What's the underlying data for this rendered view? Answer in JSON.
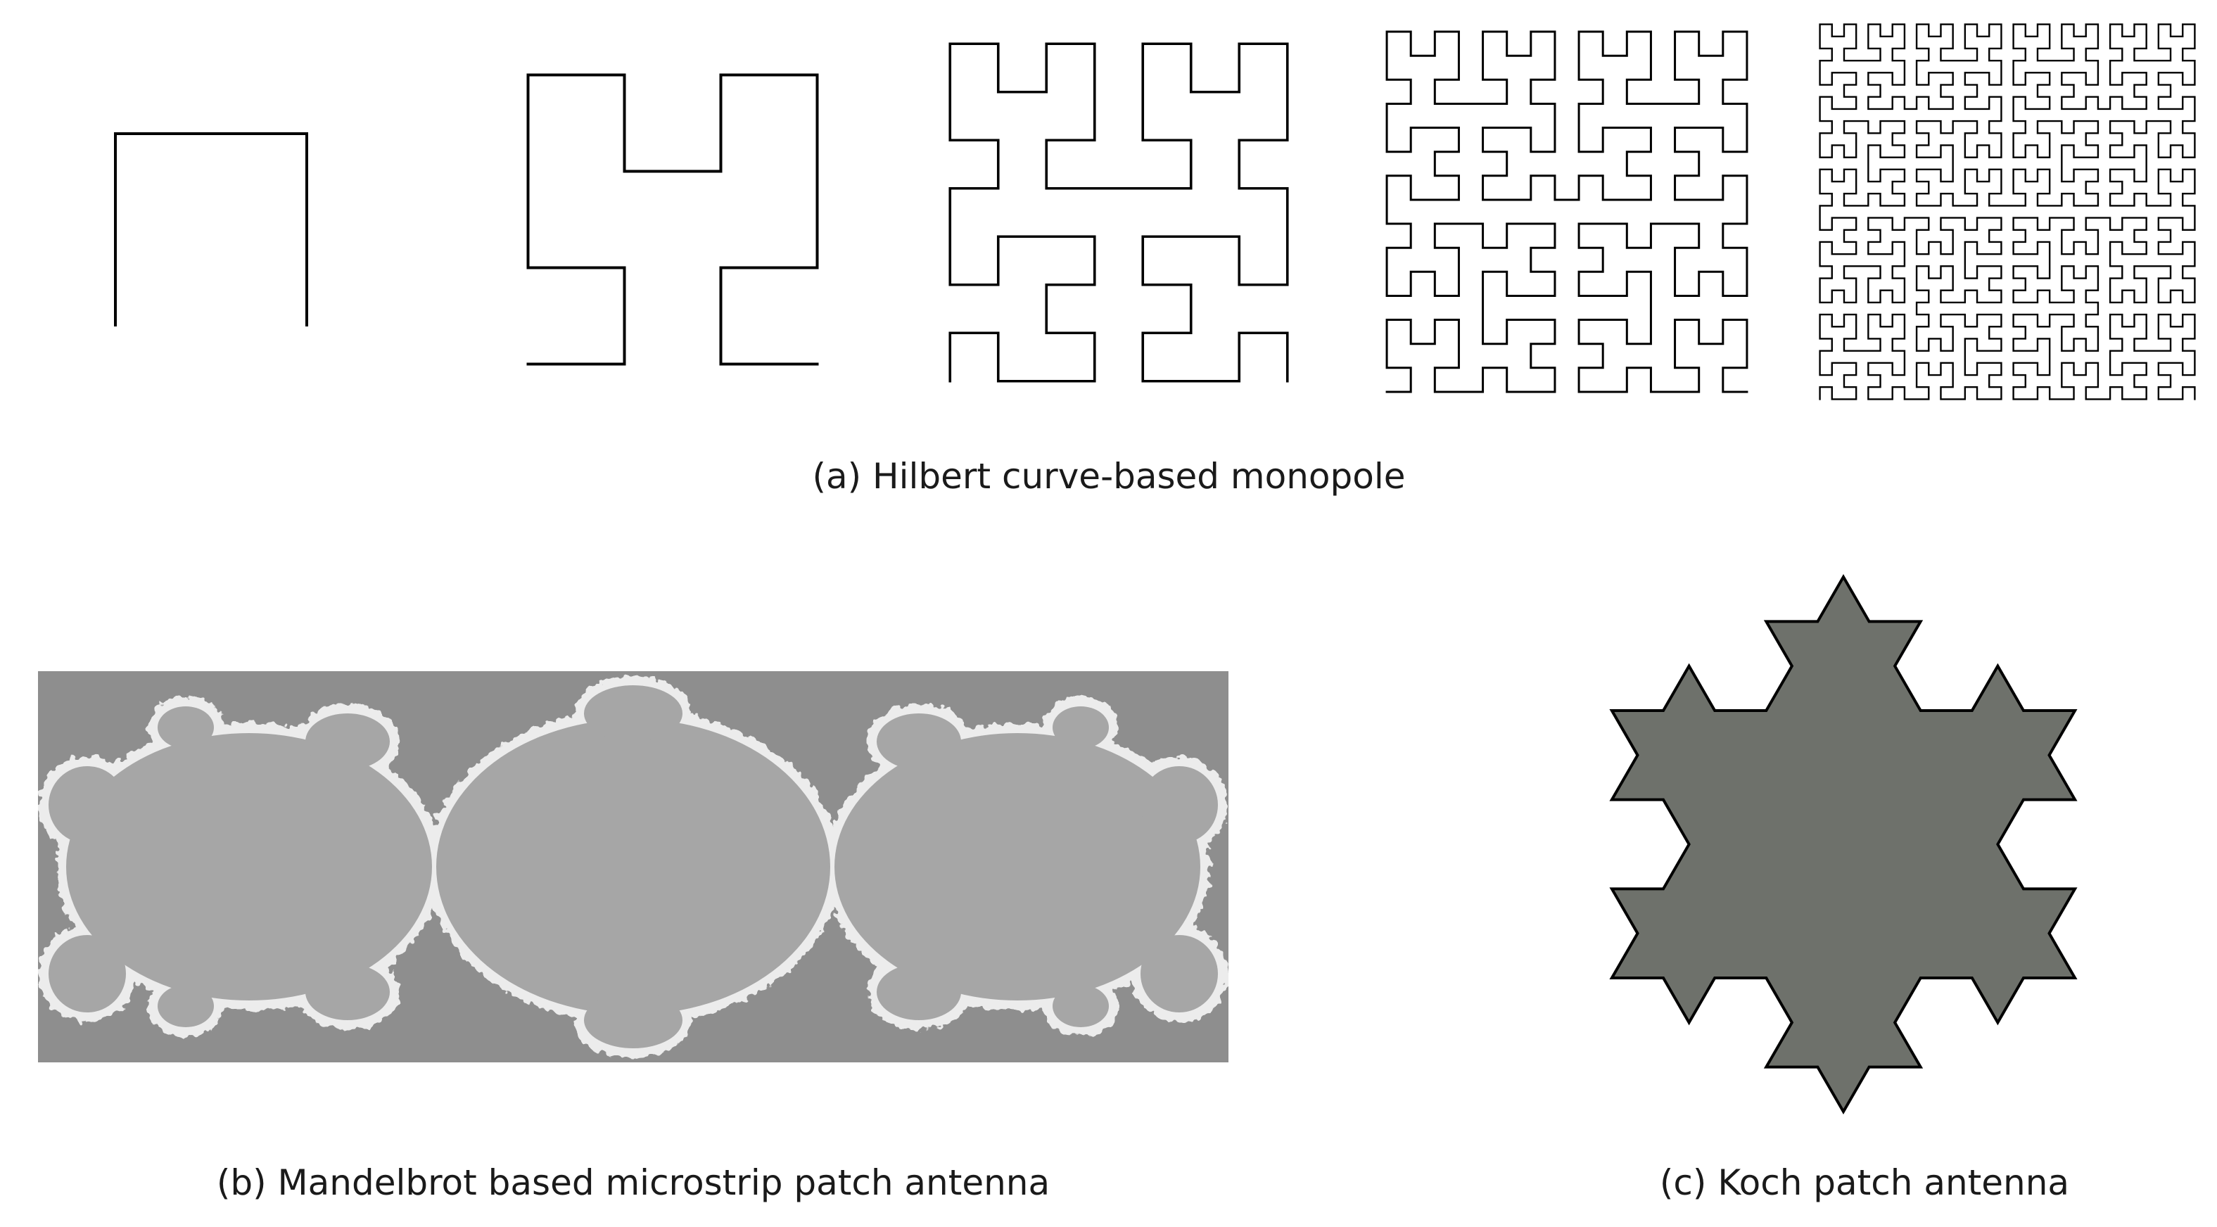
{
  "panel_a": {
    "caption": "(a) Hilbert curve-based monopole",
    "orders": [
      1,
      2,
      3,
      4,
      5
    ],
    "stroke_color": "#000000"
  },
  "panel_b": {
    "caption": "(b) Mandelbrot based microstrip patch antenna",
    "substrate_color": "#8e8e8e",
    "patch_color": "#a6a6a6",
    "edge_color": "#ececec"
  },
  "panel_c": {
    "caption": "(c) Koch patch antenna",
    "fill_color": "#6e716b",
    "edge_color": "#000000",
    "iterations": 2
  }
}
